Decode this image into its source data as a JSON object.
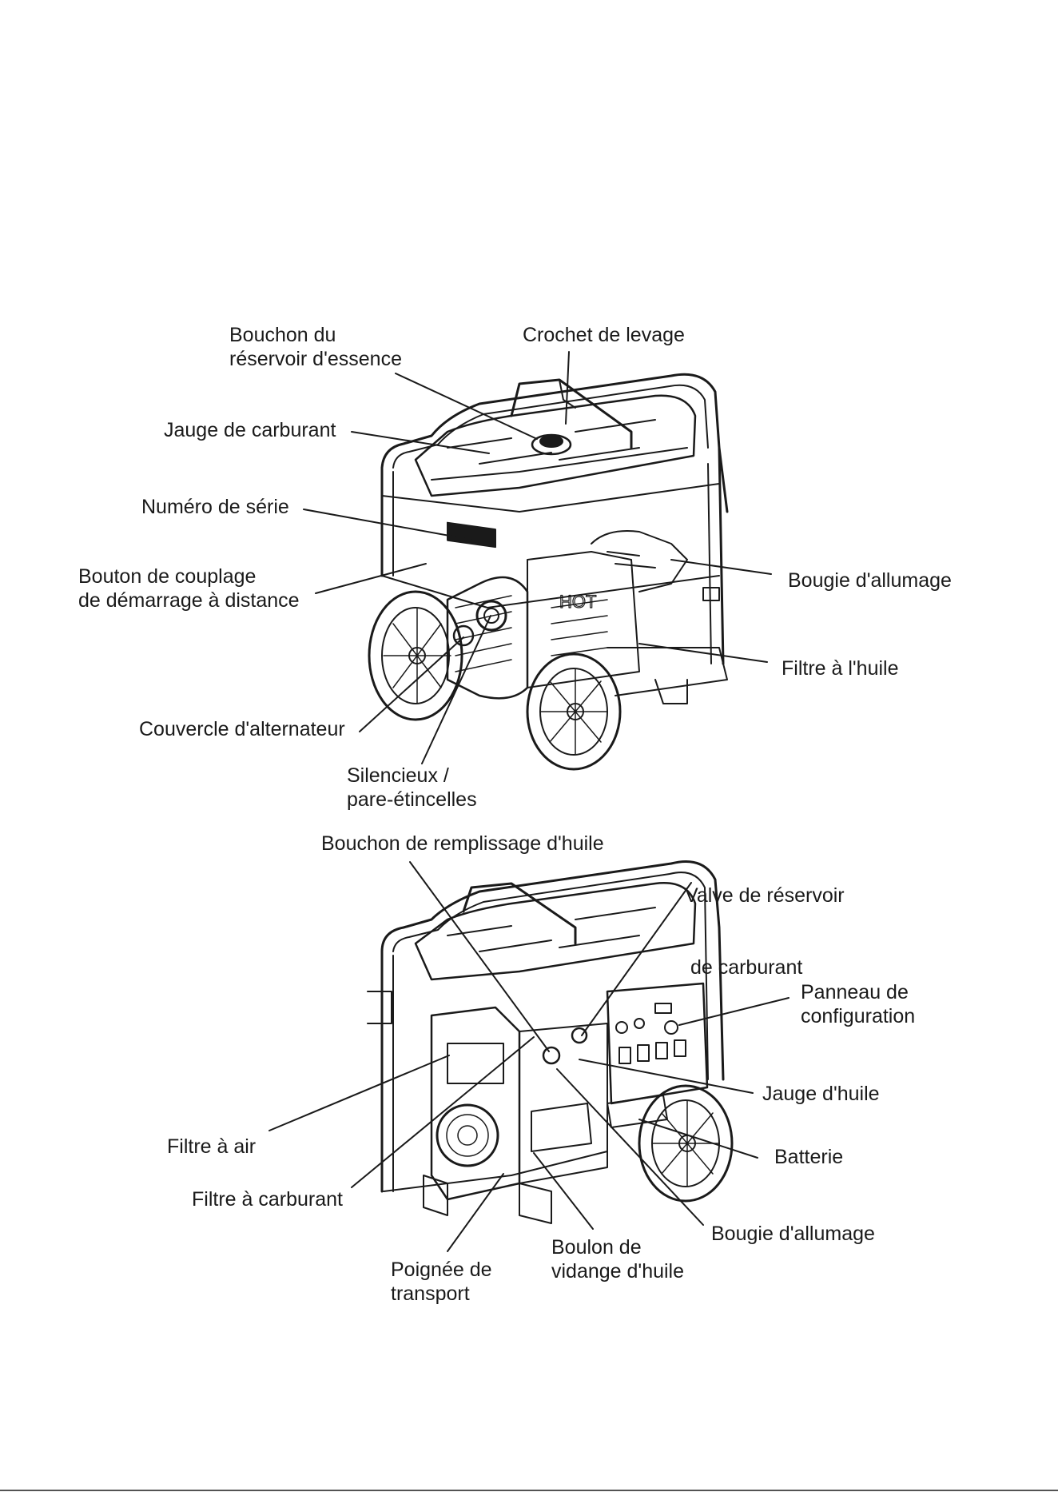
{
  "diagram_top": {
    "labels": {
      "fuel_cap": [
        "Bouchon du",
        "réservoir d'essence"
      ],
      "lifting_hook": [
        "Crochet de levage"
      ],
      "fuel_gauge": [
        "Jauge de carburant"
      ],
      "serial_number": [
        "Numéro de série"
      ],
      "remote_start": [
        "Bouton de couplage",
        "de démarrage à distance"
      ],
      "spark_plug": [
        "Bougie d'allumage"
      ],
      "oil_filter": [
        "Filtre à l'huile"
      ],
      "alternator_cover": [
        "Couvercle d'alternateur"
      ],
      "muffler": [
        "Silencieux /",
        "pare-étincelles"
      ]
    },
    "brand_mark": "HOT"
  },
  "diagram_bottom": {
    "labels": {
      "oil_fill_cap": [
        "Bouchon de remplissage d'huile"
      ],
      "fuel_valve": [
        "Valve de réservoir",
        " de carburant"
      ],
      "config_panel": [
        "Panneau de",
        "configuration"
      ],
      "dipstick": [
        "Jauge d'huile"
      ],
      "battery": [
        "Batterie"
      ],
      "air_filter": [
        "Filtre à air"
      ],
      "fuel_filter": [
        "Filtre à carburant"
      ],
      "spark_plug": [
        "Bougie d'allumage"
      ],
      "oil_drain": [
        "Boulon de",
        "vidange d'huile"
      ],
      "handle": [
        "Poignée de",
        "transport"
      ]
    }
  }
}
